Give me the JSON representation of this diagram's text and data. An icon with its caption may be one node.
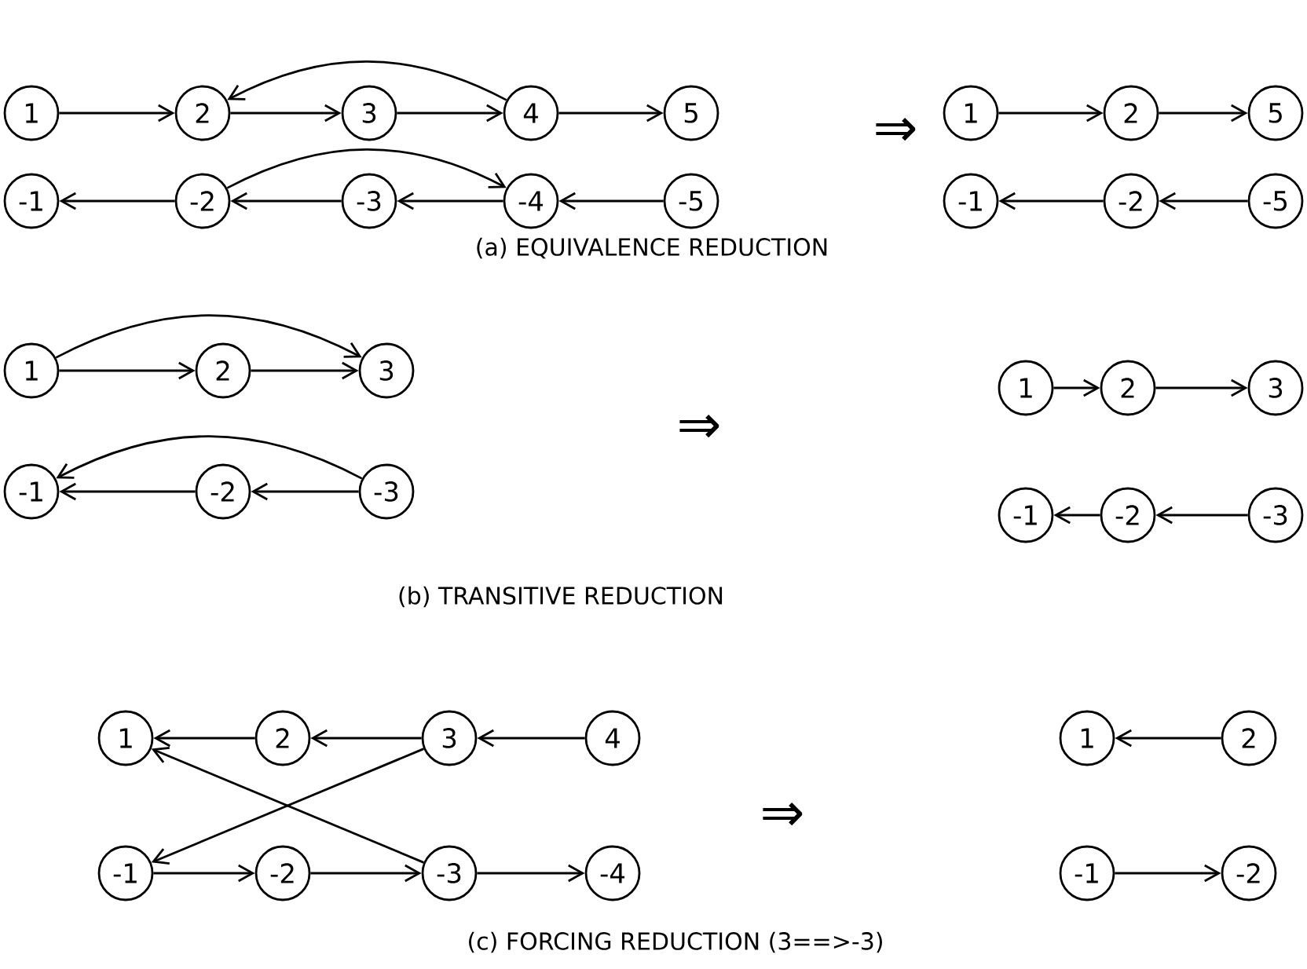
{
  "diagram": {
    "nodes": [
      {
        "text": [
          "1"
        ]
      },
      {
        "text": [
          "2"
        ]
      },
      {
        "text": [
          "3"
        ]
      },
      {
        "text": [
          "4"
        ]
      },
      {
        "text": [
          "5"
        ]
      },
      {
        "text": [
          "-1"
        ]
      },
      {
        "text": [
          "-2"
        ]
      },
      {
        "text": [
          "-3"
        ]
      },
      {
        "text": [
          "-4"
        ]
      },
      {
        "text": [
          "-5"
        ]
      },
      {
        "text": [
          "1"
        ]
      },
      {
        "text": [
          "2"
        ]
      },
      {
        "text": [
          "5"
        ]
      },
      {
        "text": [
          "-1"
        ]
      },
      {
        "text": [
          "-2"
        ]
      },
      {
        "text": [
          "-5"
        ]
      },
      {
        "text": [
          "1"
        ]
      },
      {
        "text": [
          "2"
        ]
      },
      {
        "text": [
          "3"
        ]
      },
      {
        "text": [
          "-1"
        ]
      },
      {
        "text": [
          "-2"
        ]
      },
      {
        "text": [
          "-3"
        ]
      },
      {
        "text": [
          "1"
        ]
      },
      {
        "text": [
          "2"
        ]
      },
      {
        "text": [
          "3"
        ]
      },
      {
        "text": [
          "-1"
        ]
      },
      {
        "text": [
          "-2"
        ]
      },
      {
        "text": [
          "-3"
        ]
      },
      {
        "text": [
          "1"
        ]
      },
      {
        "text": [
          "2"
        ]
      },
      {
        "text": [
          "3"
        ]
      },
      {
        "text": [
          "4"
        ]
      },
      {
        "text": [
          "-1"
        ]
      },
      {
        "text": [
          "-2"
        ]
      },
      {
        "text": [
          "-3"
        ]
      },
      {
        "text": [
          "-4"
        ]
      },
      {
        "text": [
          "1"
        ]
      },
      {
        "text": [
          "2"
        ]
      },
      {
        "text": [
          "-1"
        ]
      },
      {
        "text": [
          "-2"
        ]
      }
    ],
    "edges": [
      {
        "from": 0,
        "to": 1,
        "arrow": "to"
      },
      {
        "from": 1,
        "to": 2,
        "arrow": "to"
      },
      {
        "from": 2,
        "to": 3,
        "arrow": "to"
      },
      {
        "from": 3,
        "to": 4,
        "arrow": "to"
      },
      {
        "from": 3,
        "to": 1,
        "arrow": "to"
      },
      {
        "from": 6,
        "to": 5,
        "arrow": "to"
      },
      {
        "from": 7,
        "to": 6,
        "arrow": "to"
      },
      {
        "from": 8,
        "to": 7,
        "arrow": "to"
      },
      {
        "from": 9,
        "to": 8,
        "arrow": "to"
      },
      {
        "from": 6,
        "to": 8,
        "arrow": "to"
      },
      {
        "from": 10,
        "to": 11,
        "arrow": "to"
      },
      {
        "from": 11,
        "to": 12,
        "arrow": "to"
      },
      {
        "from": 14,
        "to": 13,
        "arrow": "to"
      },
      {
        "from": 15,
        "to": 14,
        "arrow": "to"
      },
      {
        "from": 16,
        "to": 17,
        "arrow": "to"
      },
      {
        "from": 17,
        "to": 18,
        "arrow": "to"
      },
      {
        "from": 16,
        "to": 18,
        "arrow": "to"
      },
      {
        "from": 20,
        "to": 19,
        "arrow": "to"
      },
      {
        "from": 21,
        "to": 20,
        "arrow": "to"
      },
      {
        "from": 21,
        "to": 19,
        "arrow": "to"
      },
      {
        "from": 22,
        "to": 23,
        "arrow": "to"
      },
      {
        "from": 23,
        "to": 24,
        "arrow": "to"
      },
      {
        "from": 26,
        "to": 25,
        "arrow": "to"
      },
      {
        "from": 27,
        "to": 26,
        "arrow": "to"
      },
      {
        "from": 29,
        "to": 28,
        "arrow": "to"
      },
      {
        "from": 30,
        "to": 29,
        "arrow": "to"
      },
      {
        "from": 31,
        "to": 30,
        "arrow": "to"
      },
      {
        "from": 30,
        "to": 32,
        "arrow": "to"
      },
      {
        "from": 34,
        "to": 28,
        "arrow": "to"
      },
      {
        "from": 32,
        "to": 33,
        "arrow": "to"
      },
      {
        "from": 33,
        "to": 34,
        "arrow": "to"
      },
      {
        "from": 34,
        "to": 35,
        "arrow": "to"
      },
      {
        "from": 37,
        "to": 36,
        "arrow": "to"
      },
      {
        "from": 38,
        "to": 39,
        "arrow": "to"
      }
    ],
    "labels": [
      "⇒",
      "(a) EQUIVALENCE REDUCTION",
      "⇒",
      "(b) TRANSITIVE REDUCTION",
      "⇒",
      "(c) FORCING REDUCTION (3==>-3)"
    ]
  }
}
